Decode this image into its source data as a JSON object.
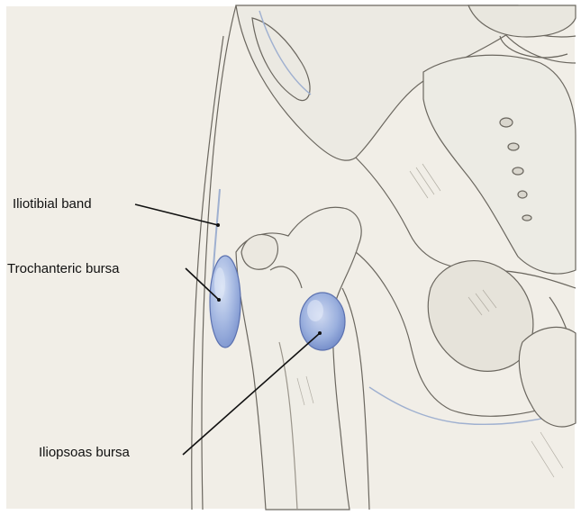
{
  "labels": {
    "iliotibial_band": "Iliotibial band",
    "trochanteric_bursa": "Trochanteric bursa",
    "iliopsoas_bursa": "Iliopsoas bursa"
  },
  "colors": {
    "paper": "#f1eee7",
    "bursa_fill": "#8fa6d8",
    "bursa_highlight": "#c9d6ef",
    "ink": "#5a5650",
    "leader": "#111111"
  }
}
